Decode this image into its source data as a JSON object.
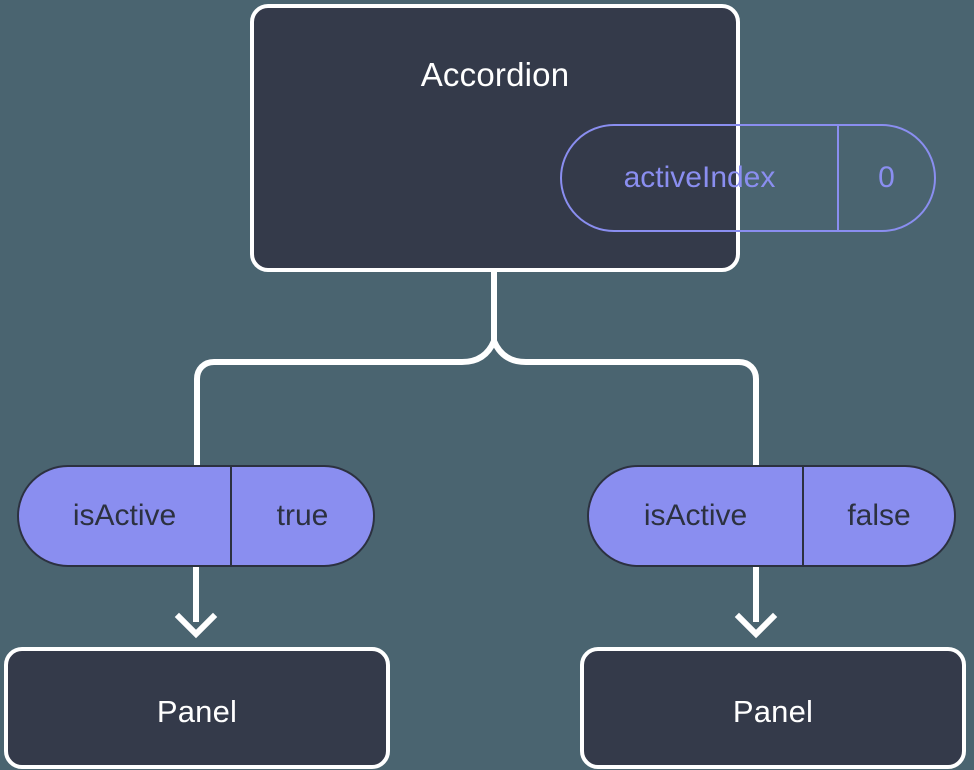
{
  "diagram": {
    "type": "component-tree",
    "title_hidden": "",
    "background_color": "#4a6470",
    "node_fill_color": "#343a4a",
    "node_border_color": "#ffffff",
    "accent_color": "#8a8ef0",
    "pill_text_color": "#2c3140",
    "connector_color": "#ffffff"
  },
  "root": {
    "name": "accordion-node",
    "title": "Accordion",
    "state_pill": {
      "key": "activeIndex",
      "value": "0",
      "style": "outlined"
    }
  },
  "branches": [
    {
      "name": "left-branch",
      "prop_pill": {
        "key": "isActive",
        "value": "true",
        "style": "filled"
      },
      "child": {
        "name": "panel-left-node",
        "title": "Panel"
      }
    },
    {
      "name": "right-branch",
      "prop_pill": {
        "key": "isActive",
        "value": "false",
        "style": "filled"
      },
      "child": {
        "name": "panel-right-node",
        "title": "Panel"
      }
    }
  ]
}
